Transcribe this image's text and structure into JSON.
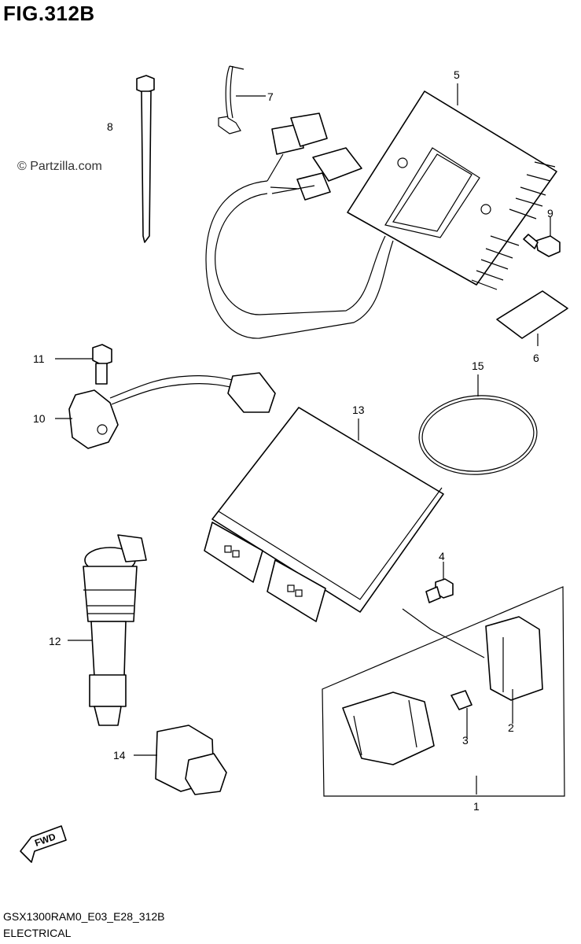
{
  "figure": {
    "title": "FIG.312B",
    "watermark": "© Partzilla.com",
    "code": "GSX1300RAM0_E03_E28_312B",
    "category": "ELECTRICAL",
    "fwd_label": "FWD"
  },
  "callouts": [
    "1",
    "2",
    "3",
    "4",
    "5",
    "6",
    "7",
    "8",
    "9",
    "10",
    "11",
    "12",
    "13",
    "14",
    "15"
  ]
}
